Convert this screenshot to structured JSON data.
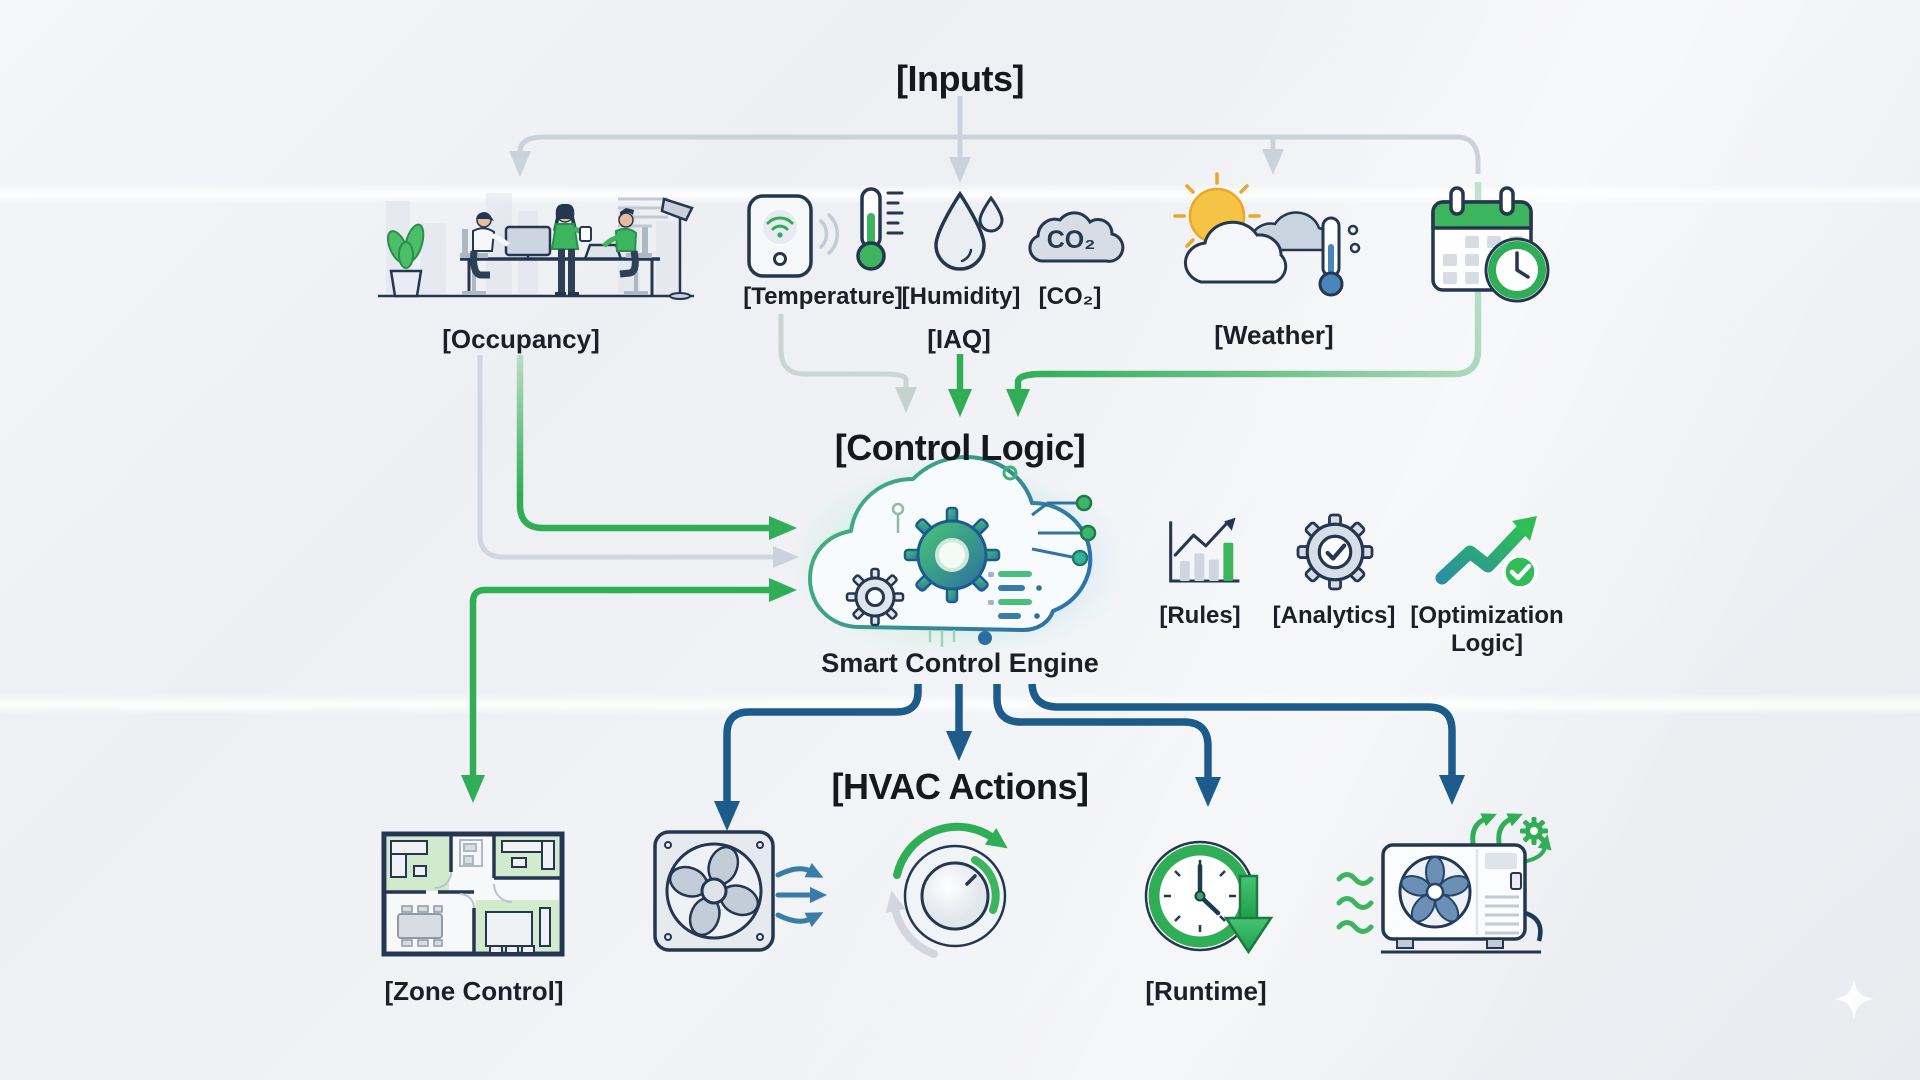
{
  "headings": {
    "inputs": "[Inputs]",
    "control_logic": "[Control Logic]",
    "hvac_actions": "[HVAC Actions]"
  },
  "labels": {
    "occupancy": "[Occupancy]",
    "temperature": "[Temperature]",
    "humidity": "[Humidity]",
    "co2": "[CO₂]",
    "iaq": "[IAQ]",
    "weather": "[Weather]",
    "engine": "Smart Control Engine",
    "rules": "[Rules]",
    "analytics": "[Analytics]",
    "optimization_line1": "[Optimization",
    "optimization_line2": "Logic]",
    "zone_control": "[Zone Control]",
    "runtime": "[Runtime]"
  },
  "icons": {
    "co2_cloud_text": "CO₂",
    "list": [
      "office-occupancy-illustration",
      "smart-sensor-icon",
      "thermometer-icon",
      "water-droplet-icon",
      "co2-cloud-icon",
      "sun-clouds-thermometer-icon",
      "calendar-clock-icon",
      "cloud-gears-engine-icon",
      "bar-chart-trend-icon",
      "gear-checkmark-icon",
      "growth-arrow-check-icon",
      "floor-plan-icon",
      "exhaust-fan-icon",
      "dial-knob-icon",
      "clock-reduce-arrow-icon",
      "ac-outdoor-unit-icon",
      "sparkle-icon"
    ]
  },
  "palette": {
    "background": "#edeff3",
    "heading_text": "#15181d",
    "label_text": "#1b1f27",
    "green": "#2fae57",
    "pale_green": "#c2e0cd",
    "navy": "#1d5b8a",
    "outline": "#253650",
    "gray_connector": "#ccd2dc",
    "accent_yellow": "#f6c445",
    "accent_blue": "#4a86b8"
  }
}
